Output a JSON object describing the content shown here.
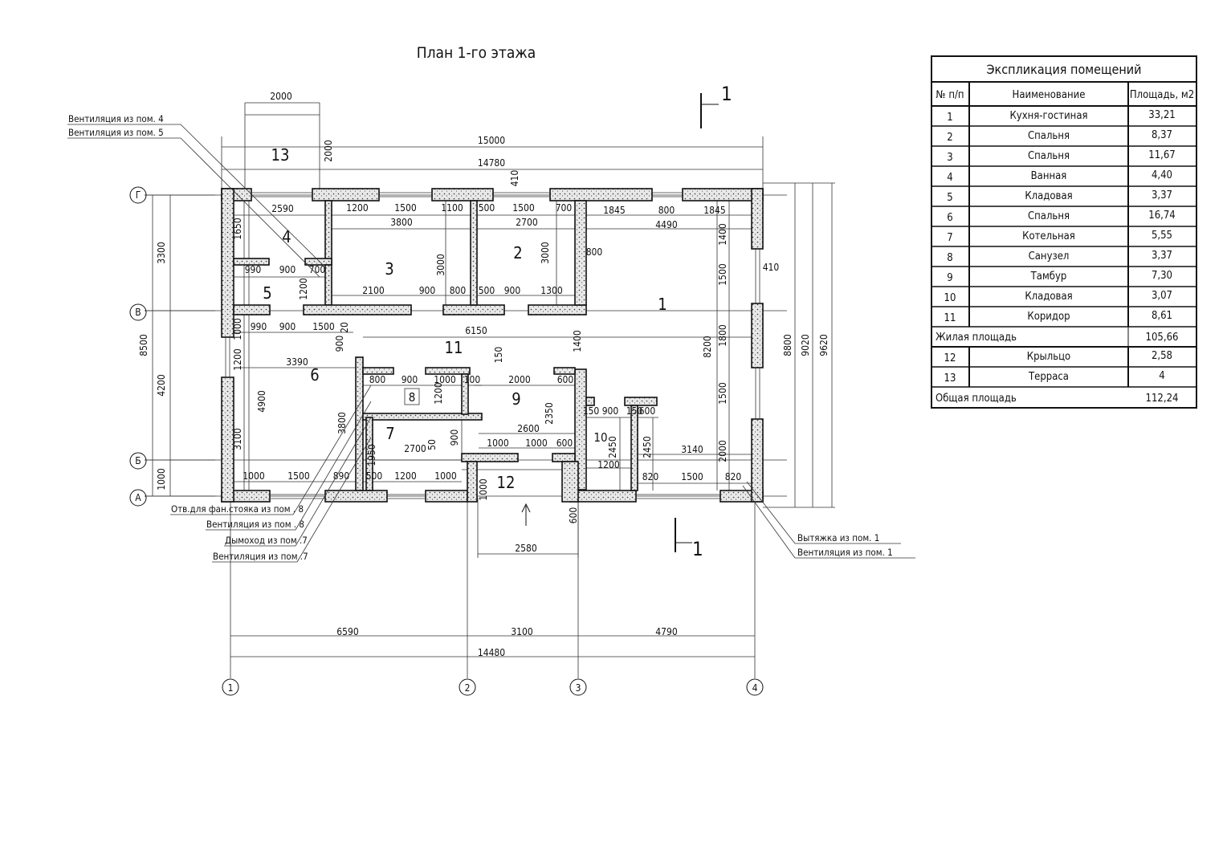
{
  "title": "План 1-го этажа",
  "section_mark": "1",
  "axes": {
    "rows": [
      "Г",
      "В",
      "Б",
      "А"
    ],
    "columns": [
      "1",
      "2",
      "3",
      "4"
    ]
  },
  "rooms": [
    "13",
    "4",
    "5",
    "3",
    "2",
    "1",
    "11",
    "6",
    "8",
    "9",
    "7",
    "10",
    "12"
  ],
  "dimensions": [
    "2000",
    "2000",
    "15000",
    "14780",
    "410",
    "2590",
    "1200",
    "1500",
    "1100",
    "500",
    "1500",
    "700",
    "3800",
    "2700",
    "1845",
    "800",
    "1845",
    "4490",
    "1650",
    "990",
    "900",
    "700",
    "1200",
    "3000",
    "3000",
    "800",
    "2100",
    "900",
    "800",
    "500",
    "900",
    "1300",
    "1400",
    "1500",
    "410",
    "990",
    "900",
    "1500",
    "1000",
    "900",
    "20",
    "6150",
    "1400",
    "8200",
    "1800",
    "1200",
    "3390",
    "150",
    "800",
    "900",
    "1000",
    "100",
    "2000",
    "600",
    "1200",
    "1500",
    "4900",
    "2350",
    "150",
    "900",
    "150",
    "600",
    "3800",
    "2600",
    "3100",
    "2700",
    "50",
    "900",
    "1950",
    "1000",
    "1000",
    "600",
    "2450",
    "2450",
    "3140",
    "2000",
    "1200",
    "1000",
    "1500",
    "890",
    "500",
    "1200",
    "1000",
    "820",
    "1500",
    "820",
    "1000",
    "600",
    "2580",
    "3300",
    "8500",
    "4200",
    "1000",
    "8800",
    "9020",
    "9620",
    "6590",
    "3100",
    "4790",
    "14480"
  ],
  "notes": {
    "vent4": "Вентиляция из пом. 4",
    "vent5": "Вентиляция из пом. 5",
    "drain8": "Отв.для фан.стояка из пом . 8",
    "vent8": "Вентиляция из пом . 8",
    "chimney7": "Дымоход из пом .7",
    "vent7": "Вентиляция из пом .7",
    "exhaust1": "Вытяжка из пом. 1",
    "vent1": "Вентиляция из пом. 1"
  },
  "table": {
    "title": "Экспликация помещений",
    "headers": [
      "№ п/п",
      "Наименование",
      "Площадь, м2"
    ],
    "rows": [
      {
        "n": "1",
        "name": "Кухня-гостиная",
        "area": "33,21"
      },
      {
        "n": "2",
        "name": "Спальня",
        "area": "8,37"
      },
      {
        "n": "3",
        "name": "Спальня",
        "area": "11,67"
      },
      {
        "n": "4",
        "name": "Ванная",
        "area": "4,40"
      },
      {
        "n": "5",
        "name": "Кладовая",
        "area": "3,37"
      },
      {
        "n": "6",
        "name": "Спальня",
        "area": "16,74"
      },
      {
        "n": "7",
        "name": "Котельная",
        "area": "5,55"
      },
      {
        "n": "8",
        "name": "Санузел",
        "area": "3,37"
      },
      {
        "n": "9",
        "name": "Тамбур",
        "area": "7,30"
      },
      {
        "n": "10",
        "name": "Кладовая",
        "area": "3,07"
      },
      {
        "n": "11",
        "name": "Коридор",
        "area": "8,61"
      }
    ],
    "living_label": "Жилая площадь",
    "living_area": "105,66",
    "extra_rows": [
      {
        "n": "12",
        "name": "Крыльцо",
        "area": "2,58"
      },
      {
        "n": "13",
        "name": "Терраса",
        "area": "4"
      }
    ],
    "total_label": "Общая площадь",
    "total_area": "112,24"
  }
}
